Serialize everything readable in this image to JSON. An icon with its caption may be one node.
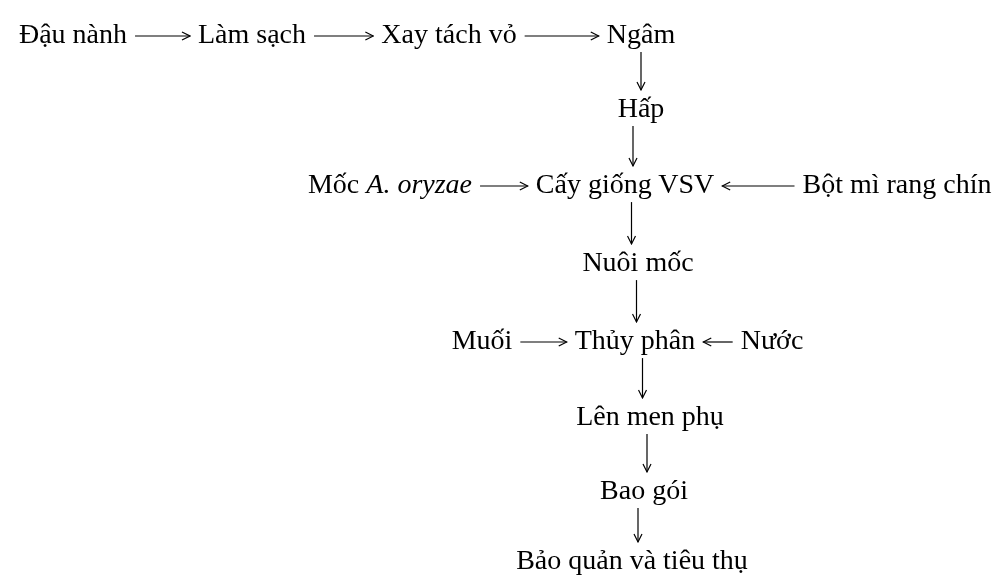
{
  "diagram": {
    "nodes": [
      {
        "text": [
          "Đậu nành"
        ]
      },
      {
        "text": [
          "Làm sạch"
        ]
      },
      {
        "text": [
          "Xay tách vỏ"
        ]
      },
      {
        "text": [
          "Ngâm"
        ]
      },
      {
        "text": [
          "Hấp"
        ]
      },
      {
        "text": [
          "Mốc *A. oryzae*"
        ]
      },
      {
        "text": [
          "Cấy giống VSV"
        ]
      },
      {
        "text": [
          "Bột mì rang chín"
        ]
      },
      {
        "text": [
          "Nuôi mốc"
        ]
      },
      {
        "text": [
          "Muối"
        ]
      },
      {
        "text": [
          "Thủy phân"
        ]
      },
      {
        "text": [
          "Nước"
        ]
      },
      {
        "text": [
          "Lên men phụ"
        ]
      },
      {
        "text": [
          "Bao gói"
        ]
      },
      {
        "text": [
          "Bảo quản và tiêu thụ"
        ]
      }
    ],
    "edges": [
      {
        "from": 0,
        "to": 1,
        "arrow": "to"
      },
      {
        "from": 1,
        "to": 2,
        "arrow": "to"
      },
      {
        "from": 2,
        "to": 3,
        "arrow": "to"
      },
      {
        "from": 3,
        "to": 4,
        "arrow": "to"
      },
      {
        "from": 4,
        "to": 6,
        "arrow": "to"
      },
      {
        "from": 5,
        "to": 6,
        "arrow": "to"
      },
      {
        "from": 7,
        "to": 6,
        "arrow": "to"
      },
      {
        "from": 6,
        "to": 8,
        "arrow": "to"
      },
      {
        "from": 8,
        "to": 10,
        "arrow": "to"
      },
      {
        "from": 9,
        "to": 10,
        "arrow": "to"
      },
      {
        "from": 11,
        "to": 10,
        "arrow": "to"
      },
      {
        "from": 10,
        "to": 12,
        "arrow": "to"
      },
      {
        "from": 12,
        "to": 13,
        "arrow": "to"
      },
      {
        "from": 13,
        "to": 14,
        "arrow": "to"
      }
    ]
  }
}
